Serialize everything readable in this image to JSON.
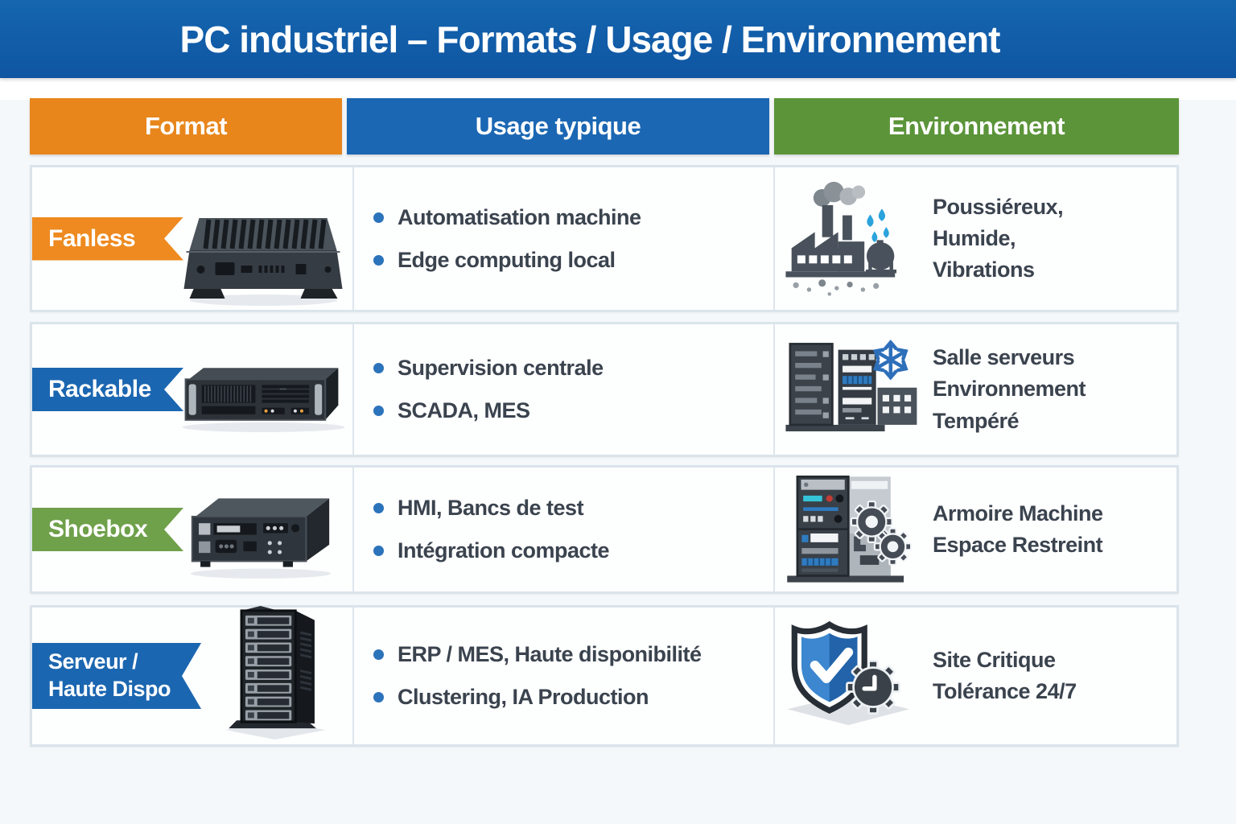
{
  "title": "PC industriel – Formats / Usage / Environnement",
  "columns": [
    {
      "label": "Format",
      "color": "#E8861C"
    },
    {
      "label": "Usage typique",
      "color": "#1B67B3"
    },
    {
      "label": "Environnement",
      "color": "#5B9439"
    }
  ],
  "rows": [
    {
      "format_label": "Fanless",
      "ribbon_color": "#EE8A1F",
      "device": "fanless-pc",
      "usage": [
        "Automatisation machine",
        "Edge computing local"
      ],
      "env_icon": "factory-dust-humidity-vibration",
      "env_text": "Poussiéreux,\nHumide,\nVibrations"
    },
    {
      "format_label": "Rackable",
      "ribbon_color": "#1B66B0",
      "device": "rack-server",
      "usage": [
        "Supervision centrale",
        "SCADA, MES"
      ],
      "env_icon": "server-room-cooling",
      "env_text": "Salle serveurs\nEnvironnement\nTempéré"
    },
    {
      "format_label": "Shoebox",
      "ribbon_color": "#6FA04A",
      "device": "shoebox-pc",
      "usage": [
        "HMI, Bancs de test",
        "Intégration compacte"
      ],
      "env_icon": "machine-cabinet-gears",
      "env_text": "Armoire Machine\nEspace Restreint"
    },
    {
      "format_label": "Serveur /\nHaute Dispo",
      "ribbon_color": "#1B66B0",
      "device": "tower-server",
      "usage": [
        "ERP / MES, Haute disponibilité",
        "Clustering, IA Production"
      ],
      "env_icon": "shield-check-gear-clock",
      "env_text": "Site Critique\nTolérance 24/7"
    }
  ],
  "colors": {
    "banner_blue": "#1159A6",
    "bullet_blue": "#2B73BA",
    "body_text": "#3A434E",
    "card_border": "#DBE4EB"
  }
}
